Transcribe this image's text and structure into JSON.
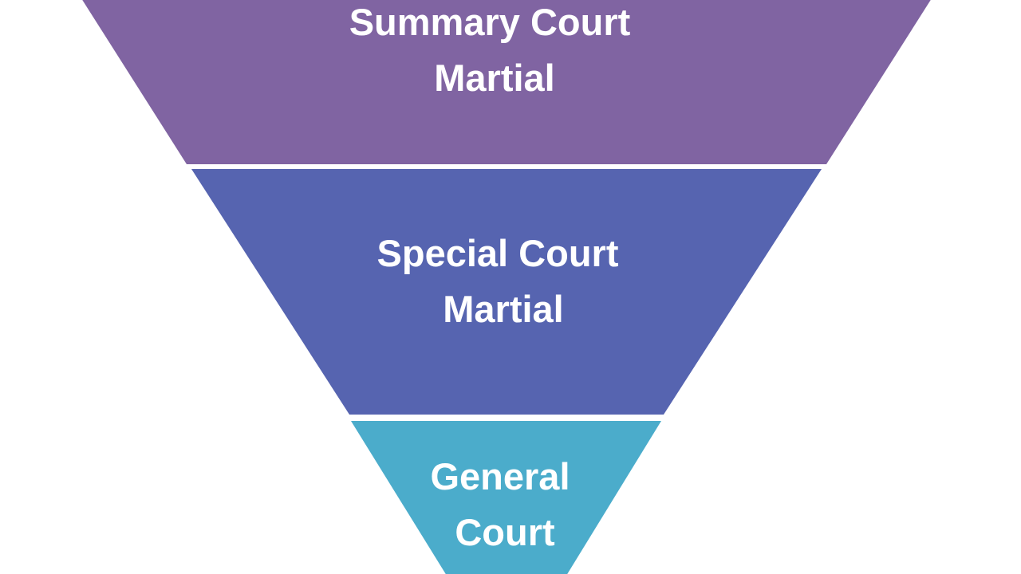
{
  "diagram": {
    "tiers": [
      {
        "lines": [
          "Summary Court",
          "Martial"
        ],
        "color": "#8064a2"
      },
      {
        "lines": [
          "Special Court",
          "Martial"
        ],
        "color": "#5664b0"
      },
      {
        "lines": [
          "General",
          "Court"
        ],
        "color": "#4baccb"
      }
    ]
  }
}
